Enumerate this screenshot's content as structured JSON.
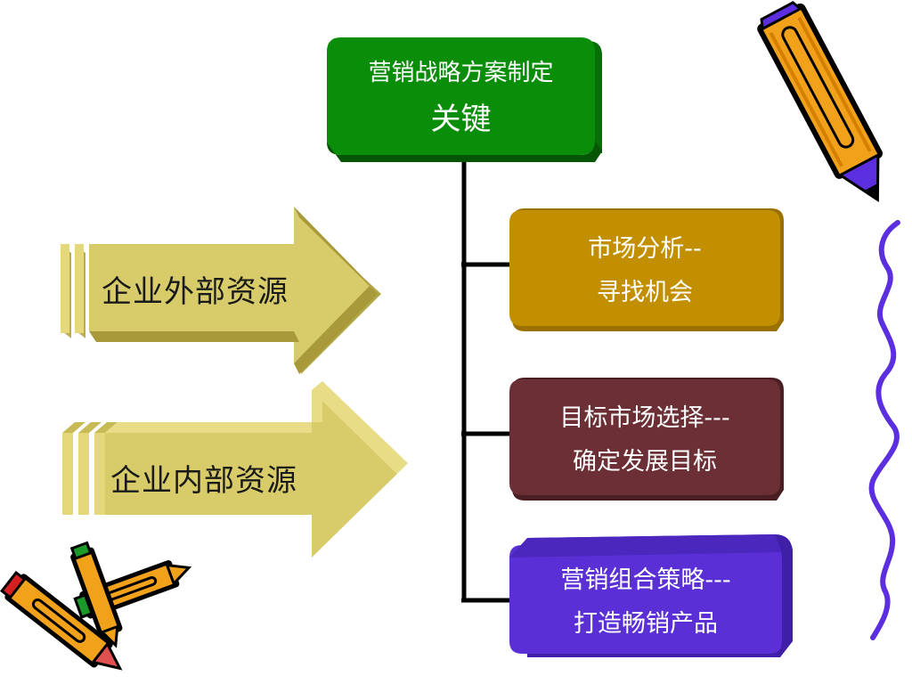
{
  "top_box": {
    "line1": "营销战略方案制定",
    "line2": "关键",
    "color": "#0b8a0b"
  },
  "branches": [
    {
      "line1": "市场分析--",
      "line2": "寻找机会",
      "color": "#c08d00"
    },
    {
      "line1": "目标市场选择---",
      "line2": "确定发展目标",
      "color": "#6b2f35"
    },
    {
      "line1": "营销组合策略---",
      "line2": "打造畅销产品",
      "color": "#5a2fd6"
    }
  ],
  "arrows": [
    {
      "label": "企业外部资源",
      "color": "#d8cc6a"
    },
    {
      "label": "企业内部资源",
      "color": "#d8cc6a"
    }
  ],
  "decorations": {
    "pencil_icon": "pencil-icon",
    "crossed_pencils_icon": "crossed-pencils-icon",
    "squiggle_line": "wavy-line"
  },
  "colors": {
    "connector": "#000000",
    "wavy_line": "#5b2ee0"
  }
}
